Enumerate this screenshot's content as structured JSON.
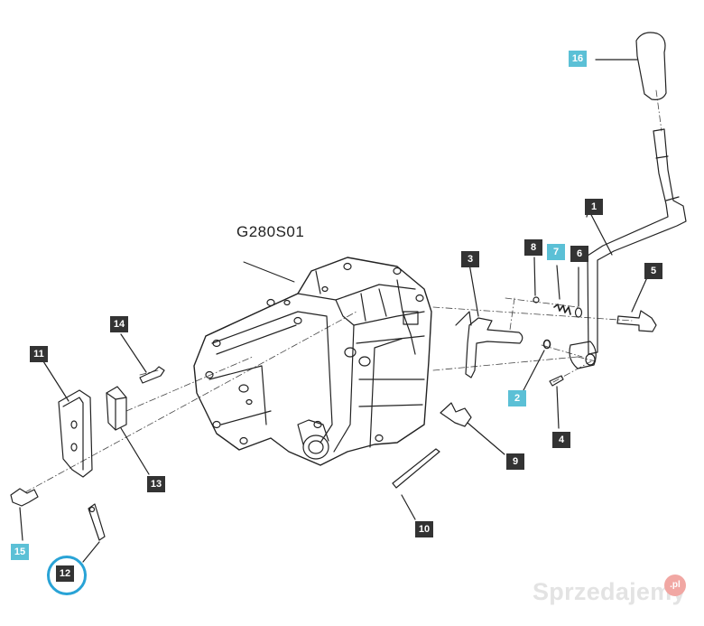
{
  "diagram": {
    "drawing_code": "G280S01",
    "callouts": [
      {
        "id": "1",
        "label": "1",
        "style": "dark"
      },
      {
        "id": "2",
        "label": "2",
        "style": "cyan"
      },
      {
        "id": "3",
        "label": "3",
        "style": "dark"
      },
      {
        "id": "4",
        "label": "4",
        "style": "dark"
      },
      {
        "id": "5",
        "label": "5",
        "style": "dark"
      },
      {
        "id": "6",
        "label": "6",
        "style": "dark"
      },
      {
        "id": "7",
        "label": "7",
        "style": "cyan"
      },
      {
        "id": "8",
        "label": "8",
        "style": "dark"
      },
      {
        "id": "9",
        "label": "9",
        "style": "dark"
      },
      {
        "id": "10",
        "label": "10",
        "style": "dark"
      },
      {
        "id": "11",
        "label": "11",
        "style": "dark"
      },
      {
        "id": "12",
        "label": "12",
        "style": "dark"
      },
      {
        "id": "13",
        "label": "13",
        "style": "dark"
      },
      {
        "id": "14",
        "label": "14",
        "style": "dark"
      },
      {
        "id": "15",
        "label": "15",
        "style": "cyan"
      },
      {
        "id": "16",
        "label": "16",
        "style": "cyan"
      }
    ],
    "highlighted_callout": "12",
    "colors": {
      "dark_callout": "#333333",
      "cyan_callout": "#5bc0d6",
      "highlight_ring": "#29a3d6",
      "line": "#222222"
    }
  },
  "watermark": {
    "text": "Sprzedajemy",
    "badge": ".pl"
  }
}
